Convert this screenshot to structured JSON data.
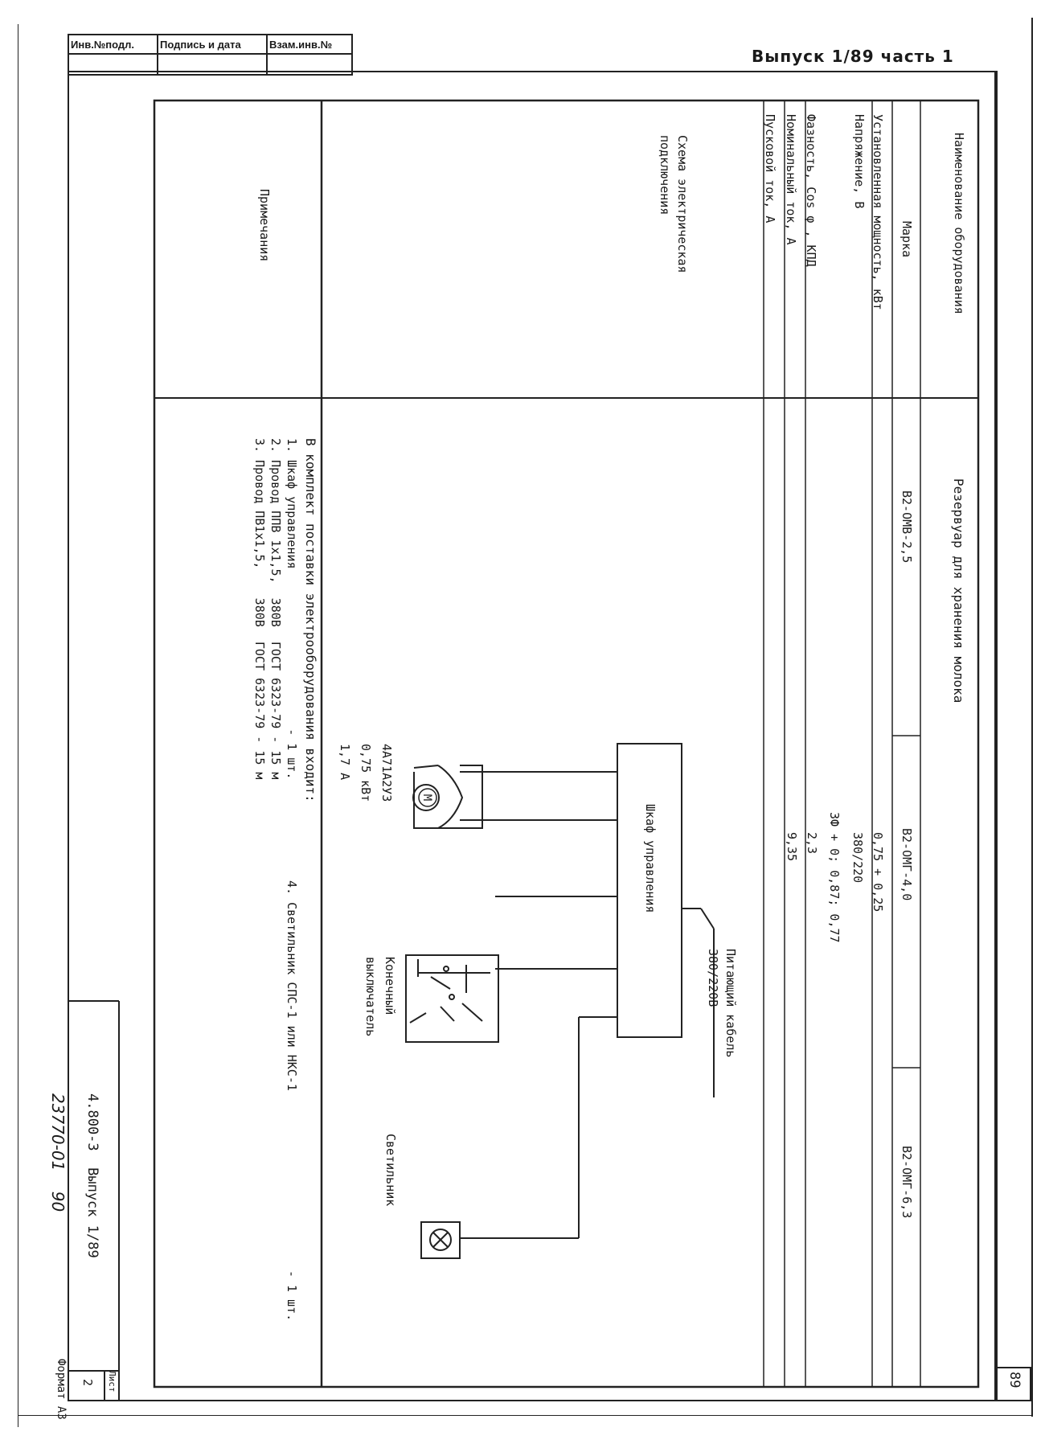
{
  "stamp": {
    "inv_podl": "Инв.№подл.",
    "podpis_data": "Подпись и дата",
    "vzam_inv": "Взам.инв.№"
  },
  "header": {
    "vypusk": "Выпуск 1/89 часть 1"
  },
  "page_corner": "89",
  "table": {
    "rows": [
      {
        "label": "Наименование оборудования",
        "value": "Резервуар для хранения молока"
      },
      {
        "label": "Марка",
        "values": [
          "В2-ОМВ-2,5",
          "В2-ОМГ-4,0",
          "В2-ОМГ-6,3"
        ]
      },
      {
        "label": "Установленная мощность, кВт",
        "value": "0,75 + 0,25"
      },
      {
        "label": "Напряжение, В",
        "value": "380/220"
      },
      {
        "label": "Фазность, Cos φ , КПД",
        "value": "3Ф + 0; 0,87; 0,77"
      },
      {
        "label": "Номинальный ток, А",
        "value": "2,3"
      },
      {
        "label": "Пусковой ток, А",
        "value": "9,35"
      }
    ],
    "schema_label": "Схема электрическая подключения",
    "notes_label": "Примечания"
  },
  "schema": {
    "feed_cable": "Питающий кабель",
    "feed_voltage": "380/220В",
    "cabinet": "Шкаф управления",
    "motor_symbol": "M",
    "motor_model": "4А71А2У3",
    "motor_power": "0,75 кВт",
    "motor_current": "1,7 А",
    "limit_switch_1": "Конечный",
    "limit_switch_2": "выключатель",
    "lamp": "Светильник"
  },
  "notes": {
    "intro": "В комплект поставки электрооборудования входит:",
    "item1": "1. Шкаф управления                      - 1 шт.",
    "item2": "2. Провод ППВ 1х1,5,  380В  ГОСТ 6323-79 - 15 м",
    "item3": "3. Провод ПВ1х1,5,    380В  ГОСТ 6323-79 - 15 м",
    "item4": "4. Светильник СПС-1 или НКС-1",
    "item4_qty": "- 1 шт."
  },
  "footer": {
    "doc_code": "4.800-3  Выпуск 1/89",
    "archive": "23770-01    90",
    "format": "Формат А3",
    "sheet_label": "Лист",
    "sheet_no": "2"
  }
}
